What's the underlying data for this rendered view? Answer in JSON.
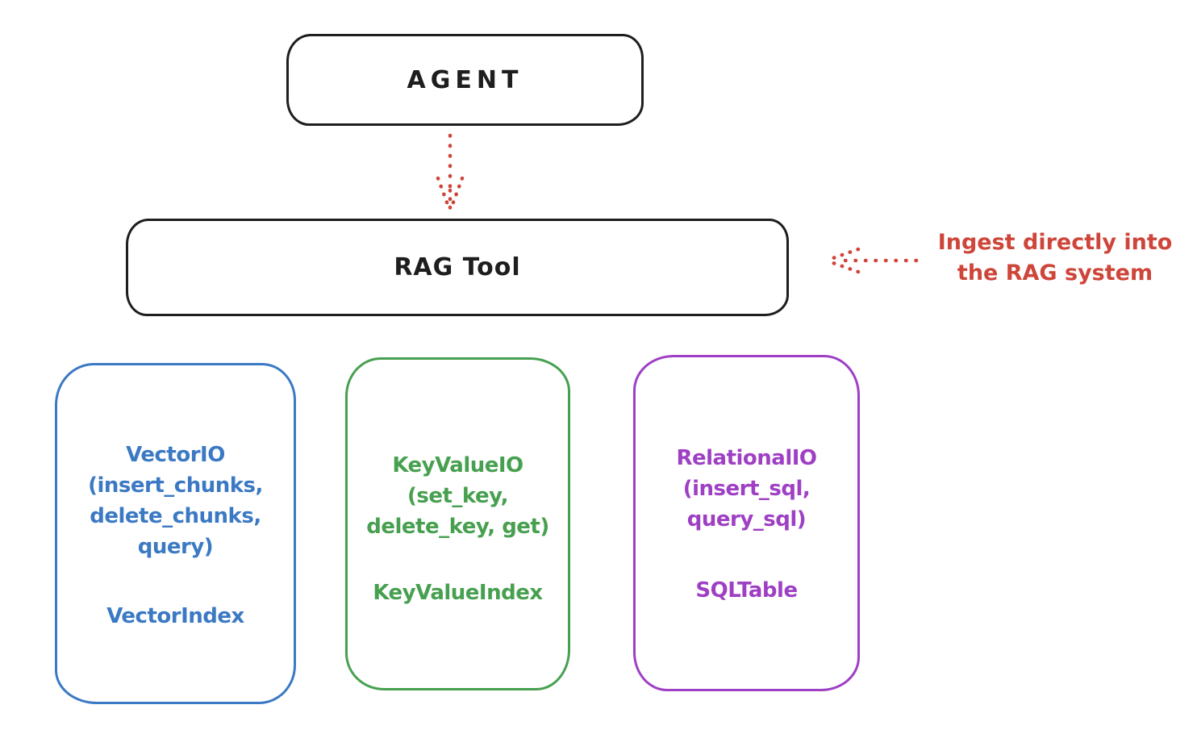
{
  "colors": {
    "background": "#ffffff",
    "ink": "#1e1e1e",
    "red": "#ce453a",
    "blue": "#3b79c4",
    "green": "#47a04f",
    "purple": "#9e3fc4"
  },
  "nodes": {
    "agent": {
      "label": "AGENT"
    },
    "rag_tool": {
      "label": "RAG Tool"
    },
    "vector_io": {
      "lines": [
        "VectorIO",
        "(insert_chunks,",
        "delete_chunks,",
        "query)"
      ],
      "footer": "VectorIndex"
    },
    "key_value_io": {
      "lines": [
        "KeyValueIO",
        "(set_key,",
        "delete_key, get)"
      ],
      "footer": "KeyValueIndex"
    },
    "relational_io": {
      "lines": [
        "RelationalIO",
        "(insert_sql,",
        "query_sql)"
      ],
      "footer": "SQLTable"
    }
  },
  "annotation": {
    "lines": [
      "Ingest directly into",
      "the RAG system"
    ]
  },
  "icons": {
    "arrow_down": "dotted-arrow-down",
    "arrow_left": "dotted-arrow-left"
  }
}
